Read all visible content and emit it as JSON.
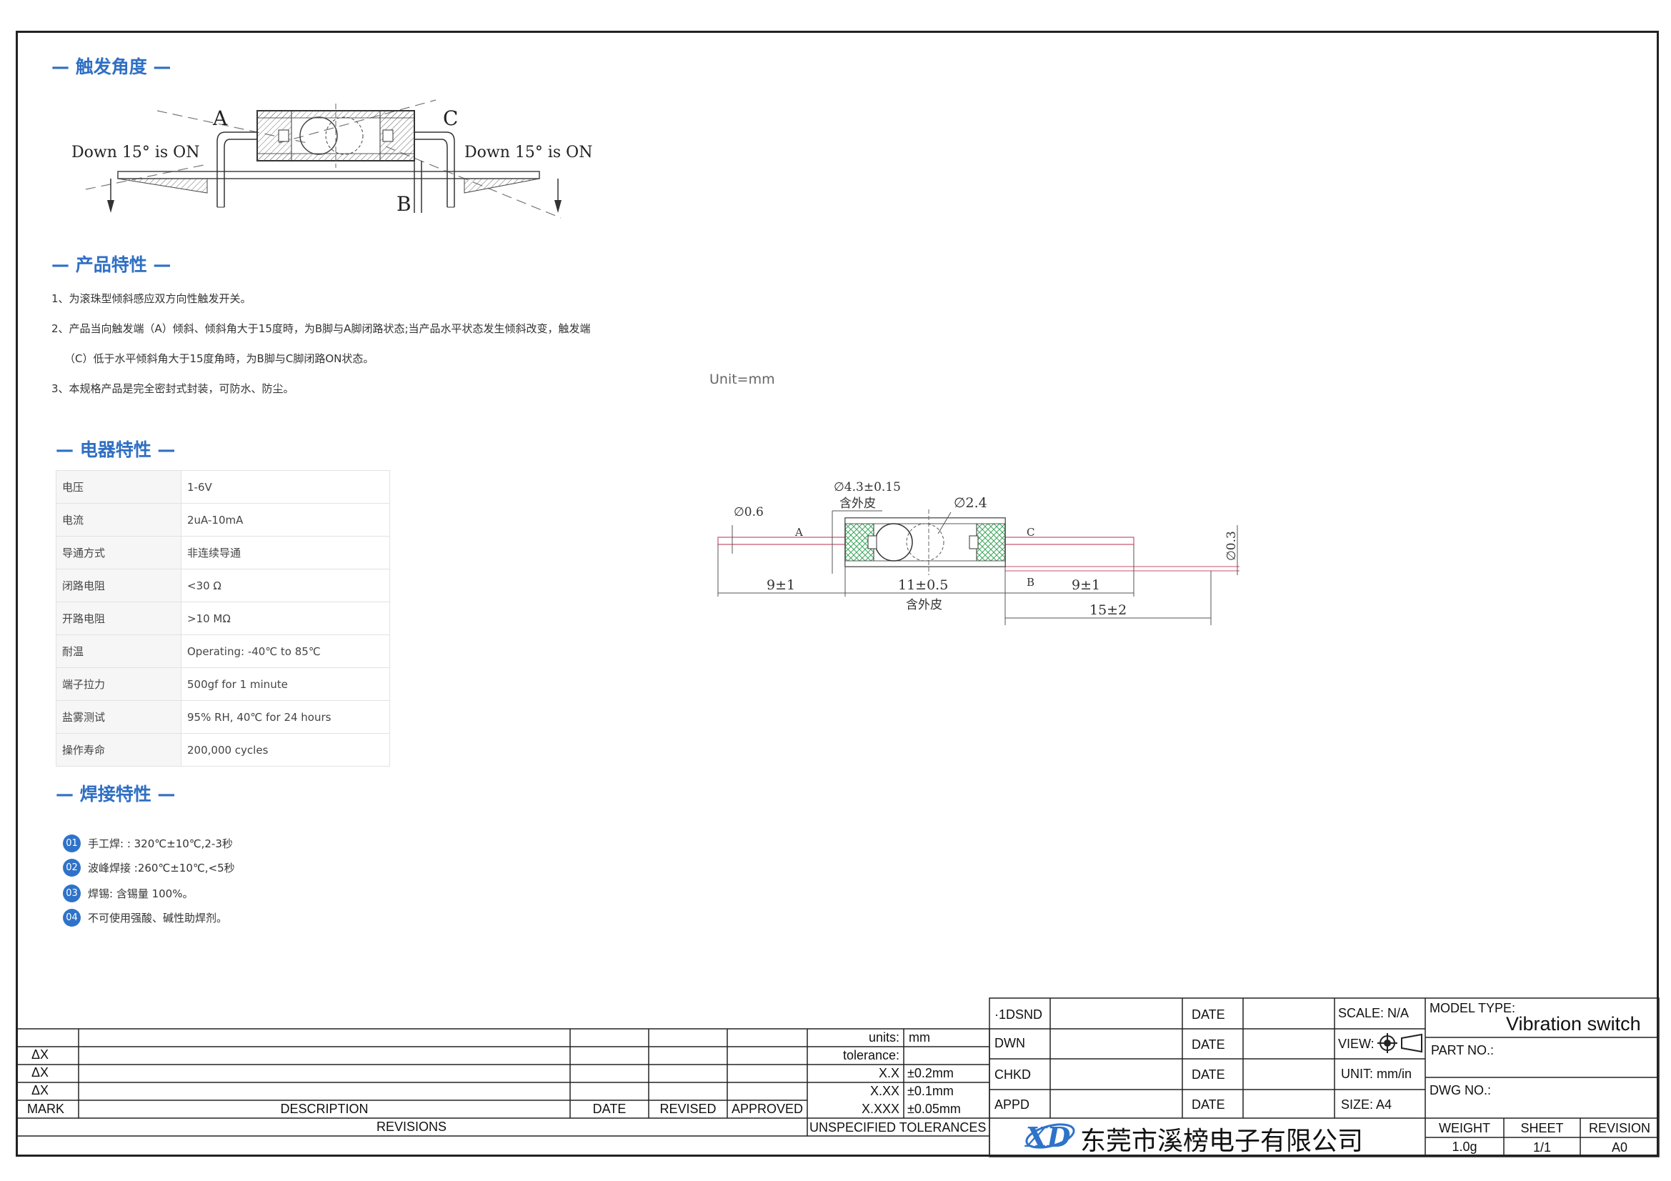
{
  "sections": {
    "trigger_angle": "— 触发角度 —",
    "product_features": "— 产品特性 —",
    "electrical": "— 电器特性 —",
    "welding": "— 焊接特性 —"
  },
  "trigger_diagram": {
    "label_a": "A",
    "label_b": "B",
    "label_c": "C",
    "left_note": "Down 15° is ON",
    "right_note": "Down 15° is ON"
  },
  "features": [
    "1、为滚珠型倾斜感应双方向性触发开关。",
    "2、产品当向触发端（A）倾斜、倾斜角大于15度時，为B脚与A脚闭路状态;当产品水平状态发生倾斜改变，触发端",
    "（C）低于水平倾斜角大于15度角時，为B脚与C脚闭路ON状态。",
    "3、本规格产品是完全密封式封装，可防水、防尘。"
  ],
  "unit_note": "Unit=mm",
  "electrical_rows": [
    {
      "k": "电压",
      "v": "1-6V"
    },
    {
      "k": "电流",
      "v": "2uA-10mA"
    },
    {
      "k": "导通方式",
      "v": "非连续导通"
    },
    {
      "k": "闭路电阻",
      "v": "<30 Ω"
    },
    {
      "k": "开路电阻",
      "v": ">10 MΩ"
    },
    {
      "k": "耐温",
      "v": "Operating: -40℃ to 85℃"
    },
    {
      "k": "端子拉力",
      "v": "500gf for 1 minute"
    },
    {
      "k": "盐雾测试",
      "v": "95% RH, 40℃ for 24 hours"
    },
    {
      "k": "操作寿命",
      "v": "200,000 cycles"
    }
  ],
  "welding": [
    {
      "num": "01",
      "text": "手工焊: : 320℃±10℃,2-3秒"
    },
    {
      "num": "02",
      "text": "波峰焊接 :260℃±10℃,<5秒"
    },
    {
      "num": "03",
      "text": "焊锡: 含锡量 100%。"
    },
    {
      "num": "04",
      "text": "不可使用强酸、碱性助焊剂。"
    }
  ],
  "dimension_drawing": {
    "dia_body": "∅4.3±0.15",
    "sheath_top": "含外皮",
    "dia_ball": "∅2.4",
    "dia_lead": "∅0.6",
    "label_a": "A",
    "label_c": "C",
    "label_b": "B",
    "dia_lead_b": "∅0.3",
    "dim_left": "9±1",
    "dim_body": "11±0.5",
    "sheath_bottom": "含外皮",
    "dim_right": "9±1",
    "dim_b": "15±2"
  },
  "title_block": {
    "revisions": {
      "delta_rows": [
        "ΔX",
        "ΔX",
        "ΔX"
      ],
      "mark": "MARK",
      "description": "DESCRIPTION",
      "date": "DATE",
      "revised": "REVISED",
      "approved": "APPROVED",
      "revisions": "REVISIONS"
    },
    "tolerances": {
      "units_label": "units:",
      "units_value": "mm",
      "tolerance_label": "tolerance:",
      "rows": [
        {
          "k": "X.X",
          "v": "±0.2mm"
        },
        {
          "k": "X.XX",
          "v": "±0.1mm"
        },
        {
          "k": "X.XXX",
          "v": "±0.05mm"
        }
      ],
      "footer": "UNSPECIFIED TOLERANCES"
    },
    "signoff": {
      "rows": [
        "·1DSND",
        "DWN",
        "CHKD",
        "APPD"
      ],
      "date": "DATE"
    },
    "meta": {
      "scale": "SCALE: N/A",
      "view": "VIEW:",
      "unit": "UNIT: mm/in",
      "size": "SIZE: A4"
    },
    "model_type_label": "MODEL TYPE:",
    "model_type_value": "Vibration switch",
    "part_no": "PART NO.:",
    "dwg_no": "DWG NO.:",
    "weight_label": "WEIGHT",
    "weight_value": "1.0g",
    "sheet_label": "SHEET",
    "sheet_value": "1/1",
    "revision_label": "REVISION",
    "revision_value": "A0",
    "company": "东莞市溪榜电子有限公司",
    "logo_text": "XD"
  },
  "colors": {
    "section_blue": "#2f6fc3",
    "badge_blue": "#2f73c9",
    "hatch_green": "#3aa55a",
    "lead_pink": "#c8506e"
  }
}
